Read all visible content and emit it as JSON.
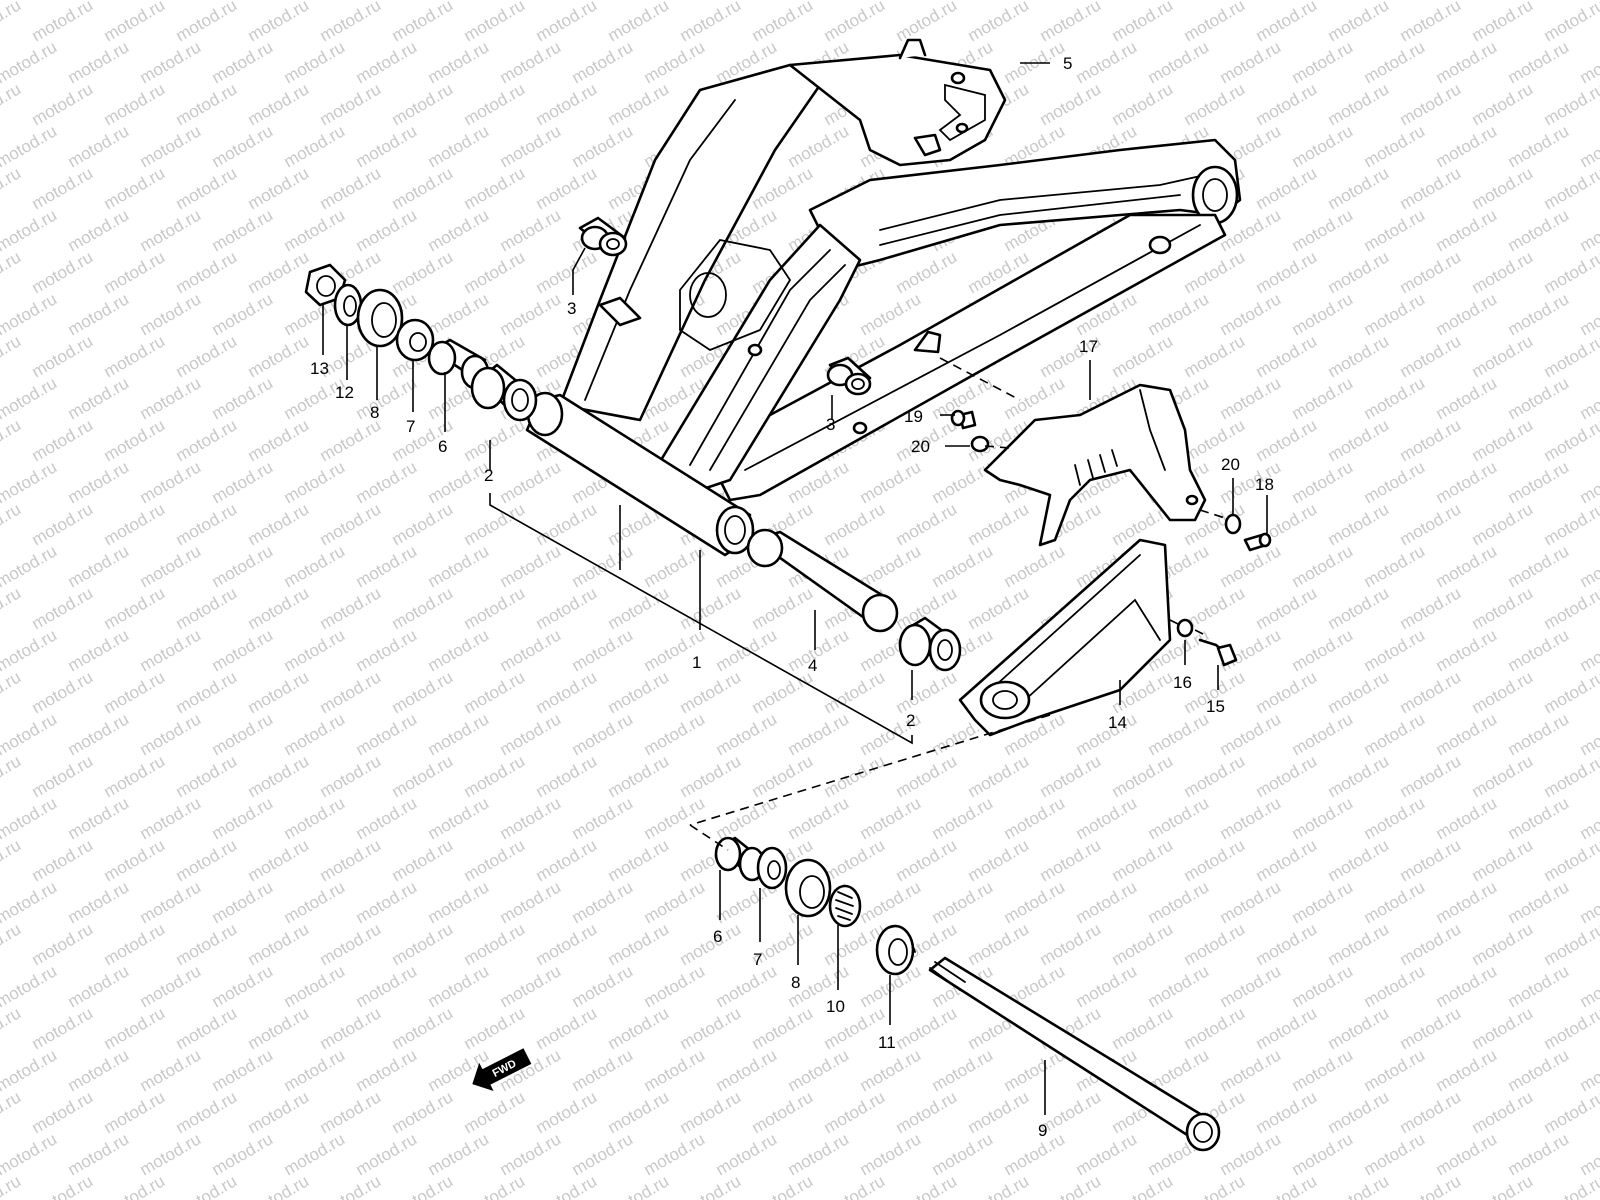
{
  "watermark": "motod.ru",
  "direction_marker": "FWD",
  "callouts": [
    {
      "id": "c1",
      "label": "1"
    },
    {
      "id": "c2a",
      "label": "2"
    },
    {
      "id": "c2b",
      "label": "2"
    },
    {
      "id": "c3a",
      "label": "3"
    },
    {
      "id": "c3b",
      "label": "3"
    },
    {
      "id": "c4",
      "label": "4"
    },
    {
      "id": "c5",
      "label": "5"
    },
    {
      "id": "c6a",
      "label": "6"
    },
    {
      "id": "c6b",
      "label": "6"
    },
    {
      "id": "c7a",
      "label": "7"
    },
    {
      "id": "c7b",
      "label": "7"
    },
    {
      "id": "c8a",
      "label": "8"
    },
    {
      "id": "c8b",
      "label": "8"
    },
    {
      "id": "c9",
      "label": "9"
    },
    {
      "id": "c10",
      "label": "10"
    },
    {
      "id": "c11",
      "label": "11"
    },
    {
      "id": "c12",
      "label": "12"
    },
    {
      "id": "c13",
      "label": "13"
    },
    {
      "id": "c14",
      "label": "14"
    },
    {
      "id": "c15",
      "label": "15"
    },
    {
      "id": "c16",
      "label": "16"
    },
    {
      "id": "c17",
      "label": "17"
    },
    {
      "id": "c18",
      "label": "18"
    },
    {
      "id": "c19",
      "label": "19"
    },
    {
      "id": "c20a",
      "label": "20"
    },
    {
      "id": "c20b",
      "label": "20"
    }
  ]
}
